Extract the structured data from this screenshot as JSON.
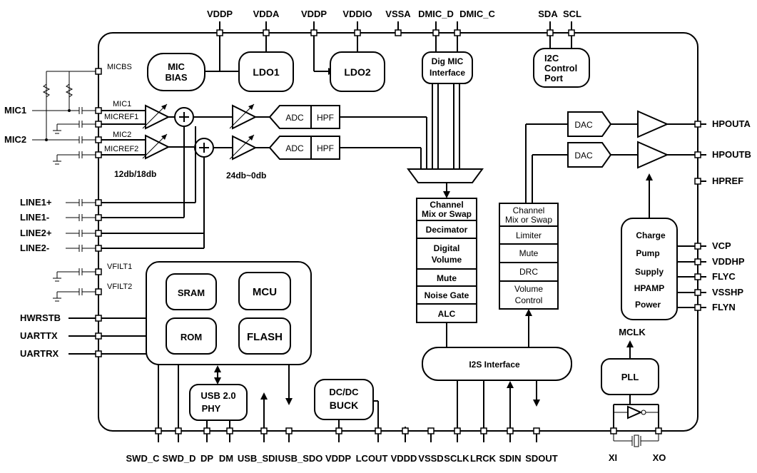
{
  "top_pins": [
    "VDDP",
    "VDDA",
    "VDDP",
    "VDDIO",
    "VSSA",
    "DMIC_D",
    "DMIC_C",
    "SDA",
    "SCL"
  ],
  "bottom_pins": [
    "SWD_C",
    "SWD_D",
    "DP",
    "DM",
    "USB_SDI",
    "USB_SDO",
    "VDDP",
    "LCOUT",
    "VDDD",
    "VSSD",
    "SCLK",
    "LRCK",
    "SDIN",
    "SDOUT",
    "XI",
    "XO"
  ],
  "left_pins": [
    "MIC1",
    "MIC2",
    "LINE1+",
    "LINE1-",
    "LINE2+",
    "LINE2-",
    "HWRSTB",
    "UARTTX",
    "UARTRX"
  ],
  "right_pins": [
    "HPOUTA",
    "HPOUTB",
    "HPREF",
    "VCP",
    "VDDHP",
    "FLYC",
    "VSSHP",
    "FLYN"
  ],
  "inner_labels": [
    "MICBS",
    "MIC1",
    "MICREF1",
    "MIC2",
    "MICREF2",
    "VFILT1",
    "VFILT2"
  ],
  "gains": {
    "pga1": "12db/18db",
    "pga2": "24db~0db"
  },
  "blocks": {
    "mic_bias": [
      "MIC",
      "BIAS"
    ],
    "ldo1": "LDO1",
    "ldo2": "LDO2",
    "dig_mic": [
      "Dig MIC",
      "Interface"
    ],
    "i2c": [
      "I2C",
      "Control",
      "Port"
    ],
    "adc": "ADC",
    "hpf": "HPF",
    "dac": "DAC",
    "sram": "SRAM",
    "mcu": "MCU",
    "rom": "ROM",
    "flash": "FLASH",
    "usb": [
      "USB 2.0",
      "PHY"
    ],
    "buck": [
      "DC/DC",
      "BUCK"
    ],
    "i2s": "I2S Interface",
    "pll": "PLL",
    "mclk": "MCLK",
    "charge_pump": [
      "Charge",
      "Pump",
      "Supply",
      "HPAMP",
      "Power"
    ]
  },
  "record_chain": [
    [
      "Channel",
      "Mix or Swap"
    ],
    [
      "Decimator"
    ],
    [
      "Digital",
      "Volume"
    ],
    [
      "Mute"
    ],
    [
      "Noise Gate"
    ],
    [
      "ALC"
    ]
  ],
  "play_chain": [
    [
      "Channel",
      "Mix or Swap"
    ],
    [
      "Limiter"
    ],
    [
      "Mute"
    ],
    [
      "DRC"
    ],
    [
      "Volume",
      "Control"
    ]
  ]
}
